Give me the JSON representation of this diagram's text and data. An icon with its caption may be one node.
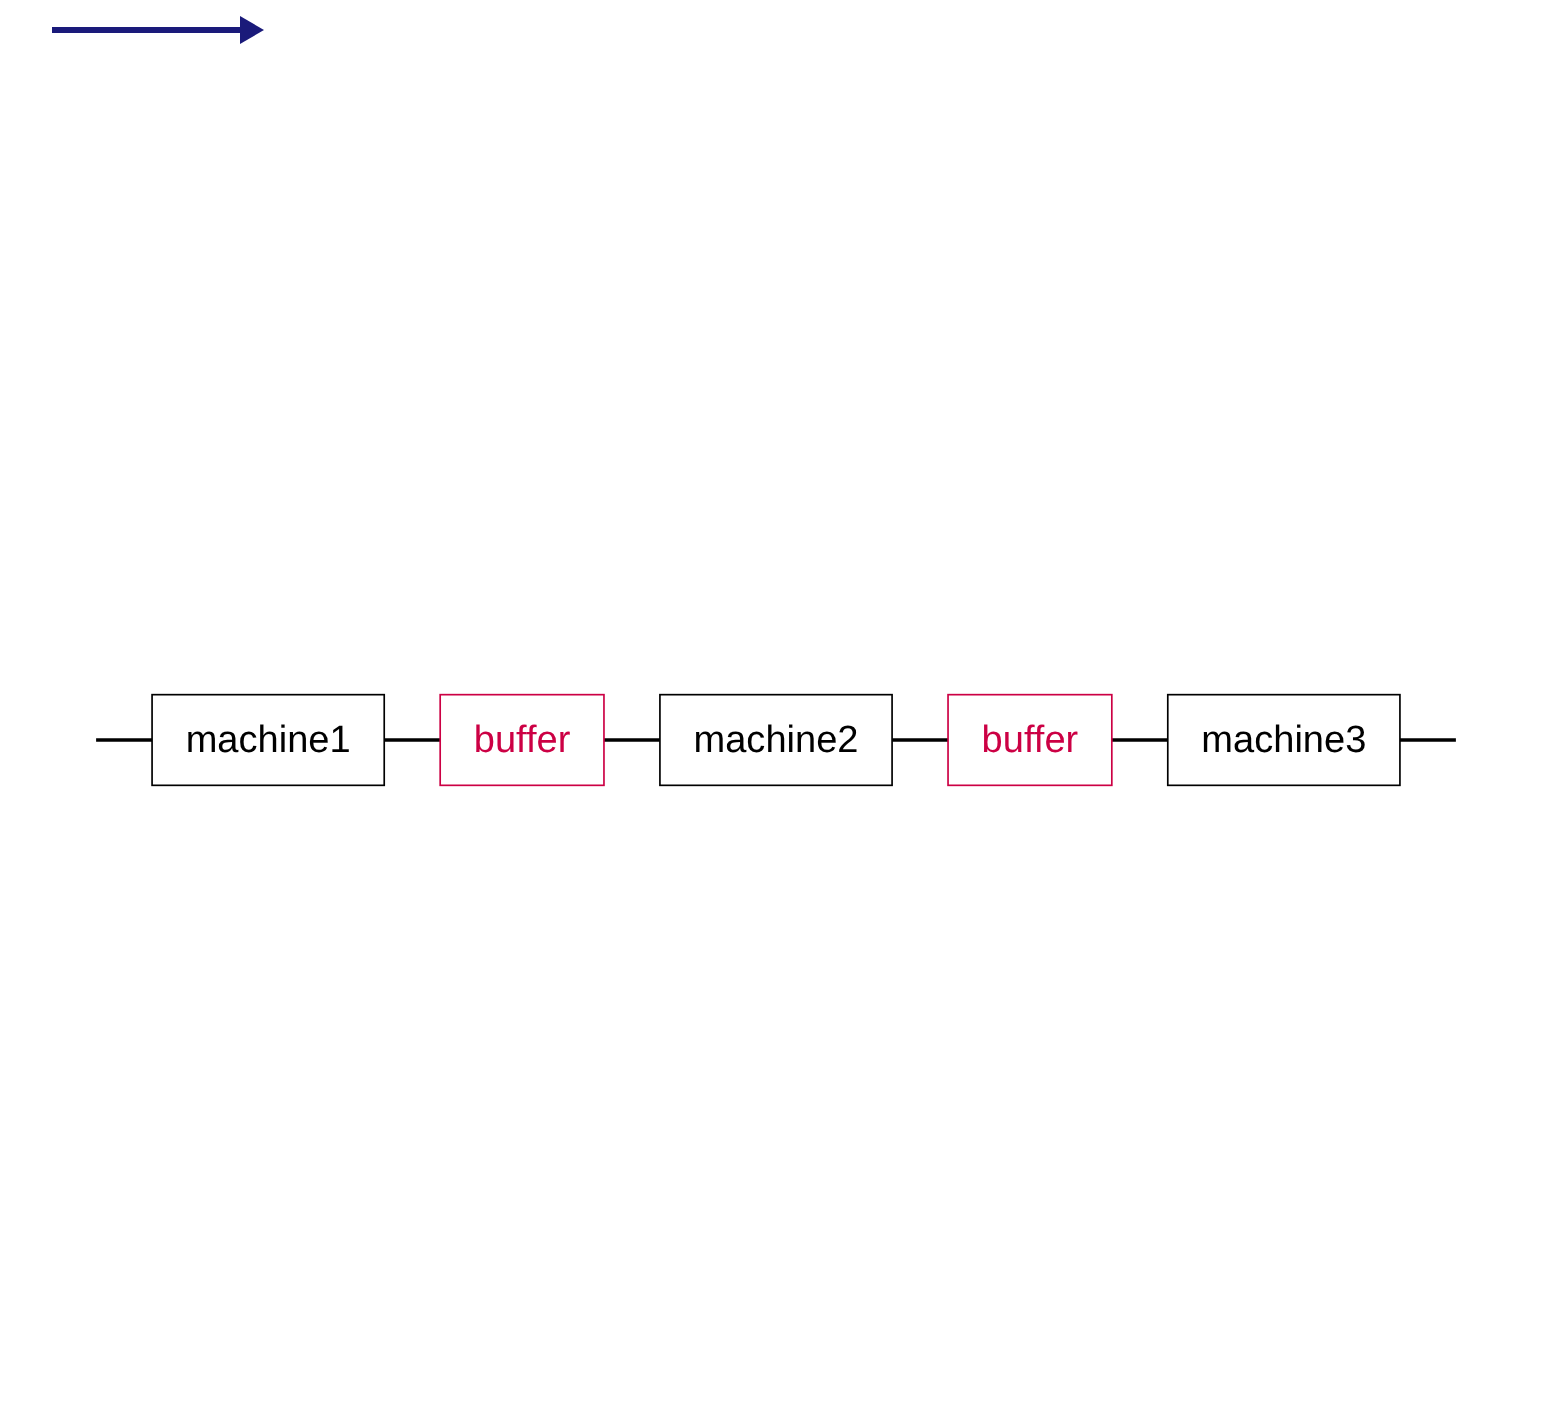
{
  "diagram": {
    "nodes": [
      {
        "text": [
          "machine1"
        ]
      },
      {
        "text": [
          "buffer"
        ]
      },
      {
        "text": [
          "machine2"
        ]
      },
      {
        "text": [
          "buffer"
        ]
      },
      {
        "text": [
          "machine3"
        ]
      }
    ],
    "edges": [
      {
        "from": null,
        "to": 0,
        "arrow": "none"
      },
      {
        "from": 0,
        "to": 1,
        "arrow": "none"
      },
      {
        "from": 1,
        "to": 2,
        "arrow": "none"
      },
      {
        "from": 2,
        "to": 3,
        "arrow": "none"
      },
      {
        "from": 3,
        "to": 4,
        "arrow": "none"
      },
      {
        "from": 4,
        "to": null,
        "arrow": "none"
      }
    ]
  }
}
